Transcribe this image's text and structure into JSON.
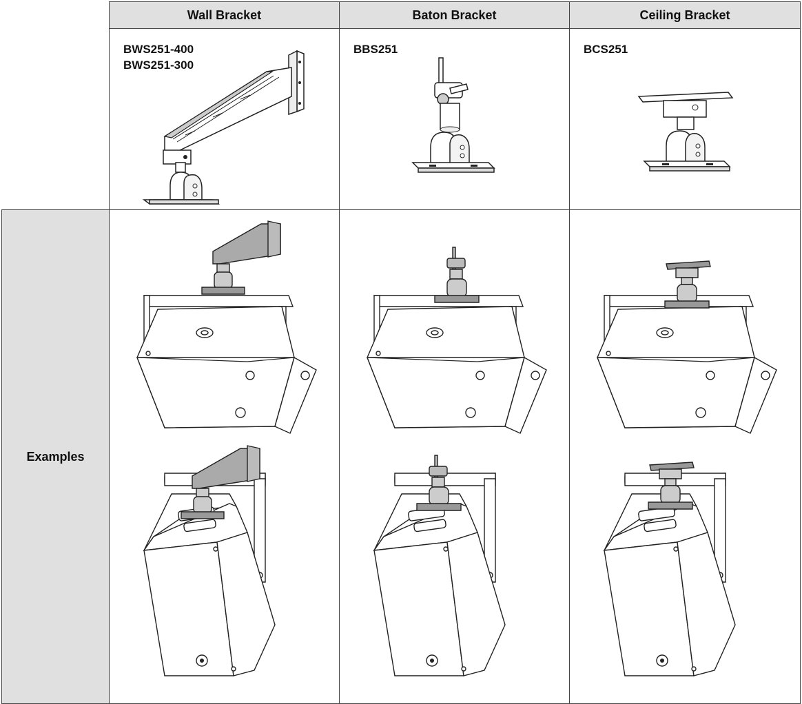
{
  "table": {
    "columns": [
      {
        "header": "Wall Bracket",
        "models": [
          "BWS251-400",
          "BWS251-300"
        ]
      },
      {
        "header": "Baton Bracket",
        "models": [
          "BBS251"
        ]
      },
      {
        "header": "Ceiling Bracket",
        "models": [
          "BCS251"
        ]
      }
    ],
    "row_label": "Examples"
  },
  "illustrations": {
    "products": [
      "wall-bracket",
      "baton-bracket",
      "ceiling-bracket"
    ],
    "examples": [
      "horizontal-speaker-mount",
      "vertical-speaker-mount"
    ]
  }
}
